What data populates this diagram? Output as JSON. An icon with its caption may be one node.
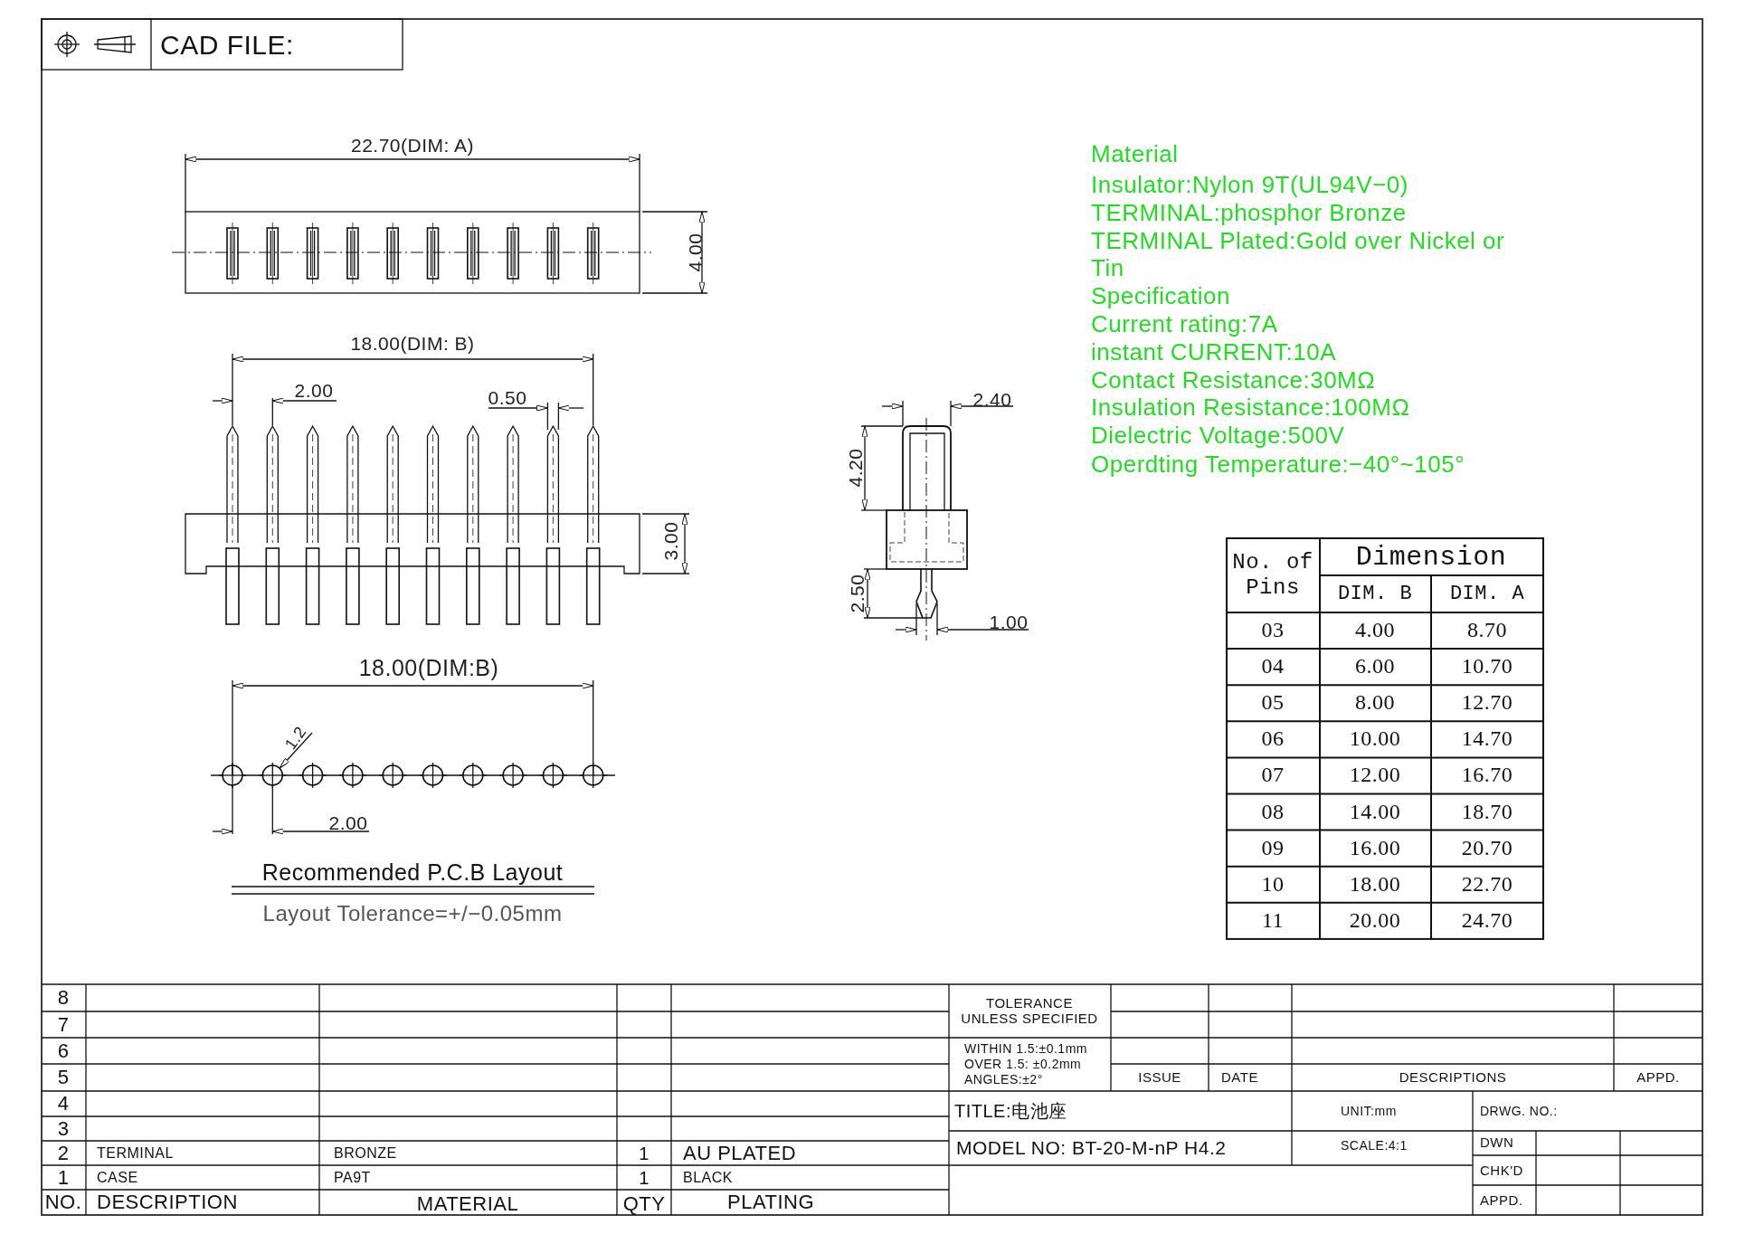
{
  "diagram": {
    "labels": [
      "CAD FILE:",
      "22.70(DIM: A)",
      "4.00",
      "18.00(DIM: B)",
      "2.00",
      "0.50",
      "3.00",
      "2.40",
      "4.20",
      "2.50",
      "1.00",
      "18.00(DIM:B)",
      "1.2",
      "2.00",
      "Recommended P.C.B Layout",
      "Layout Tolerance=+/−0.05mm",
      "Material",
      "Insulator:Nylon 9T(UL94V−0)",
      "TERMINAL:phosphor Bronze",
      "TERMINAL Plated:Gold over Nickel or Tin",
      "Specification",
      "Current rating:7A",
      "instant CURRENT:10A",
      "Contact Resistance:30MΩ",
      "Insulation Resistance:100MΩ",
      "Dielectric Voltage:500V",
      "Operdting Temperature:−40°~105°",
      "No. of Pins",
      "Dimension",
      "DIM. B",
      "DIM. A",
      "03",
      "4.00",
      "8.70",
      "04",
      "6.00",
      "10.70",
      "05",
      "8.00",
      "12.70",
      "06",
      "10.00",
      "14.70",
      "07",
      "12.00",
      "16.70",
      "08",
      "14.00",
      "18.70",
      "09",
      "16.00",
      "20.70",
      "10",
      "18.00",
      "22.70",
      "11",
      "20.00",
      "24.70",
      "8",
      "7",
      "6",
      "5",
      "4",
      "3",
      "2",
      "TERMINAL",
      "BRONZE",
      "1",
      "AU PLATED",
      "1",
      "CASE",
      "PA9T",
      "1",
      "BLACK",
      "NO.",
      "DESCRIPTION",
      "MATERIAL",
      "QTY",
      "PLATING",
      "TOLERANCE UNLESS SPECIFIED",
      "WITHIN 1.5:±0.1mm",
      "OVER 1.5: ±0.2mm",
      "ANGLES:±2°",
      "ISSUE",
      "DATE",
      "DESCRIPTIONS",
      "APPD.",
      "TITLE:电池座",
      "UNIT:mm",
      "DRWG. NO.:",
      "MODEL NO: BT-20-M-nP H4.2",
      "SCALE:4:1",
      "DWN",
      "CHK'D",
      "APPD."
    ]
  }
}
